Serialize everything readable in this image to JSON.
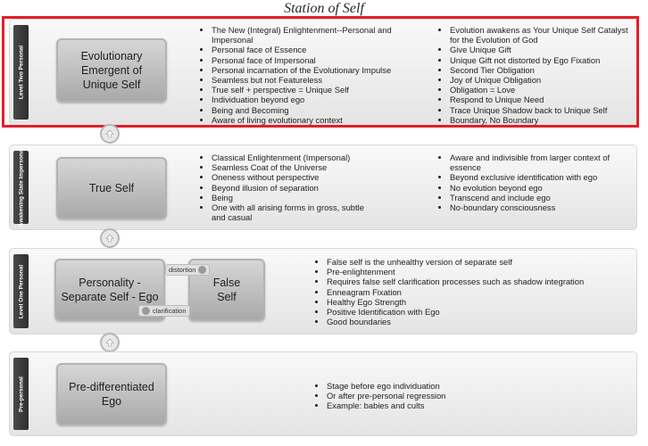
{
  "title": "Station of Self",
  "levels": [
    {
      "tab": "Level Two Personal",
      "box": "Evolutionary Emergent of Unique Self",
      "col1": [
        "The New (Integral) Enlightenment--Personal and Impersonal",
        "Personal face of Essence",
        "Personal face of Impersonal",
        "Personal incarnation of the Evolutionary Impulse",
        "Seamless but not Featureless",
        "True self + perspective = Unique Self",
        "Individuation beyond ego",
        "Being and Becoming",
        "Aware of living evolutionary context"
      ],
      "col2": [
        "Evolution awakens as Your Unique Self Catalyst for the Evolution of God",
        "Give Unique Gift",
        "Unique Gift not distorted by Ego Fixation",
        "Second Tier Obligation",
        "Joy of Unique Obligation",
        "Obligation = Love",
        "Respond to Unique Need",
        "Trace Unique Shadow back to Unique Self",
        "Boundary, No Boundary"
      ]
    },
    {
      "tab": "Awakening State Impersonal",
      "box": "True Self",
      "col1": [
        "Classical Enlightenment (Impersonal)",
        "Seamless Coat of the Universe",
        "Oneness without perspective",
        "Beyond illusion of separation",
        "Being",
        "One with all arising forms in gross, subtle and casual"
      ],
      "col2": [
        "Aware and indivisible from larger context of essence",
        "Beyond exclusive identification with ego",
        "No evolution beyond ego",
        "Transcend and include ego",
        "No-boundary consciousness"
      ]
    },
    {
      "tab": "Level One Personal",
      "box": "Personality - Separate Self - Ego",
      "box2": "False Self",
      "distortion": "distortion",
      "clarification": "clarification",
      "col1": [
        "False self is the unhealthy version of separate self",
        "Pre-enlightenment",
        "Requires false self clarification processes such as shadow integration",
        "Enneagram Fixation",
        "Healthy Ego Strength",
        "Positive Identification with Ego",
        "Good boundaries"
      ]
    },
    {
      "tab": "Pre-personal",
      "box": "Pre-differentiated Ego",
      "col1": [
        "Stage before ego individuation",
        "Or after pre-personal regression",
        "Example: babies and cults"
      ]
    }
  ],
  "colors": {
    "highlight": "#e01f2d",
    "tab": "#3a3a3a",
    "box": "#b8b8b8"
  }
}
